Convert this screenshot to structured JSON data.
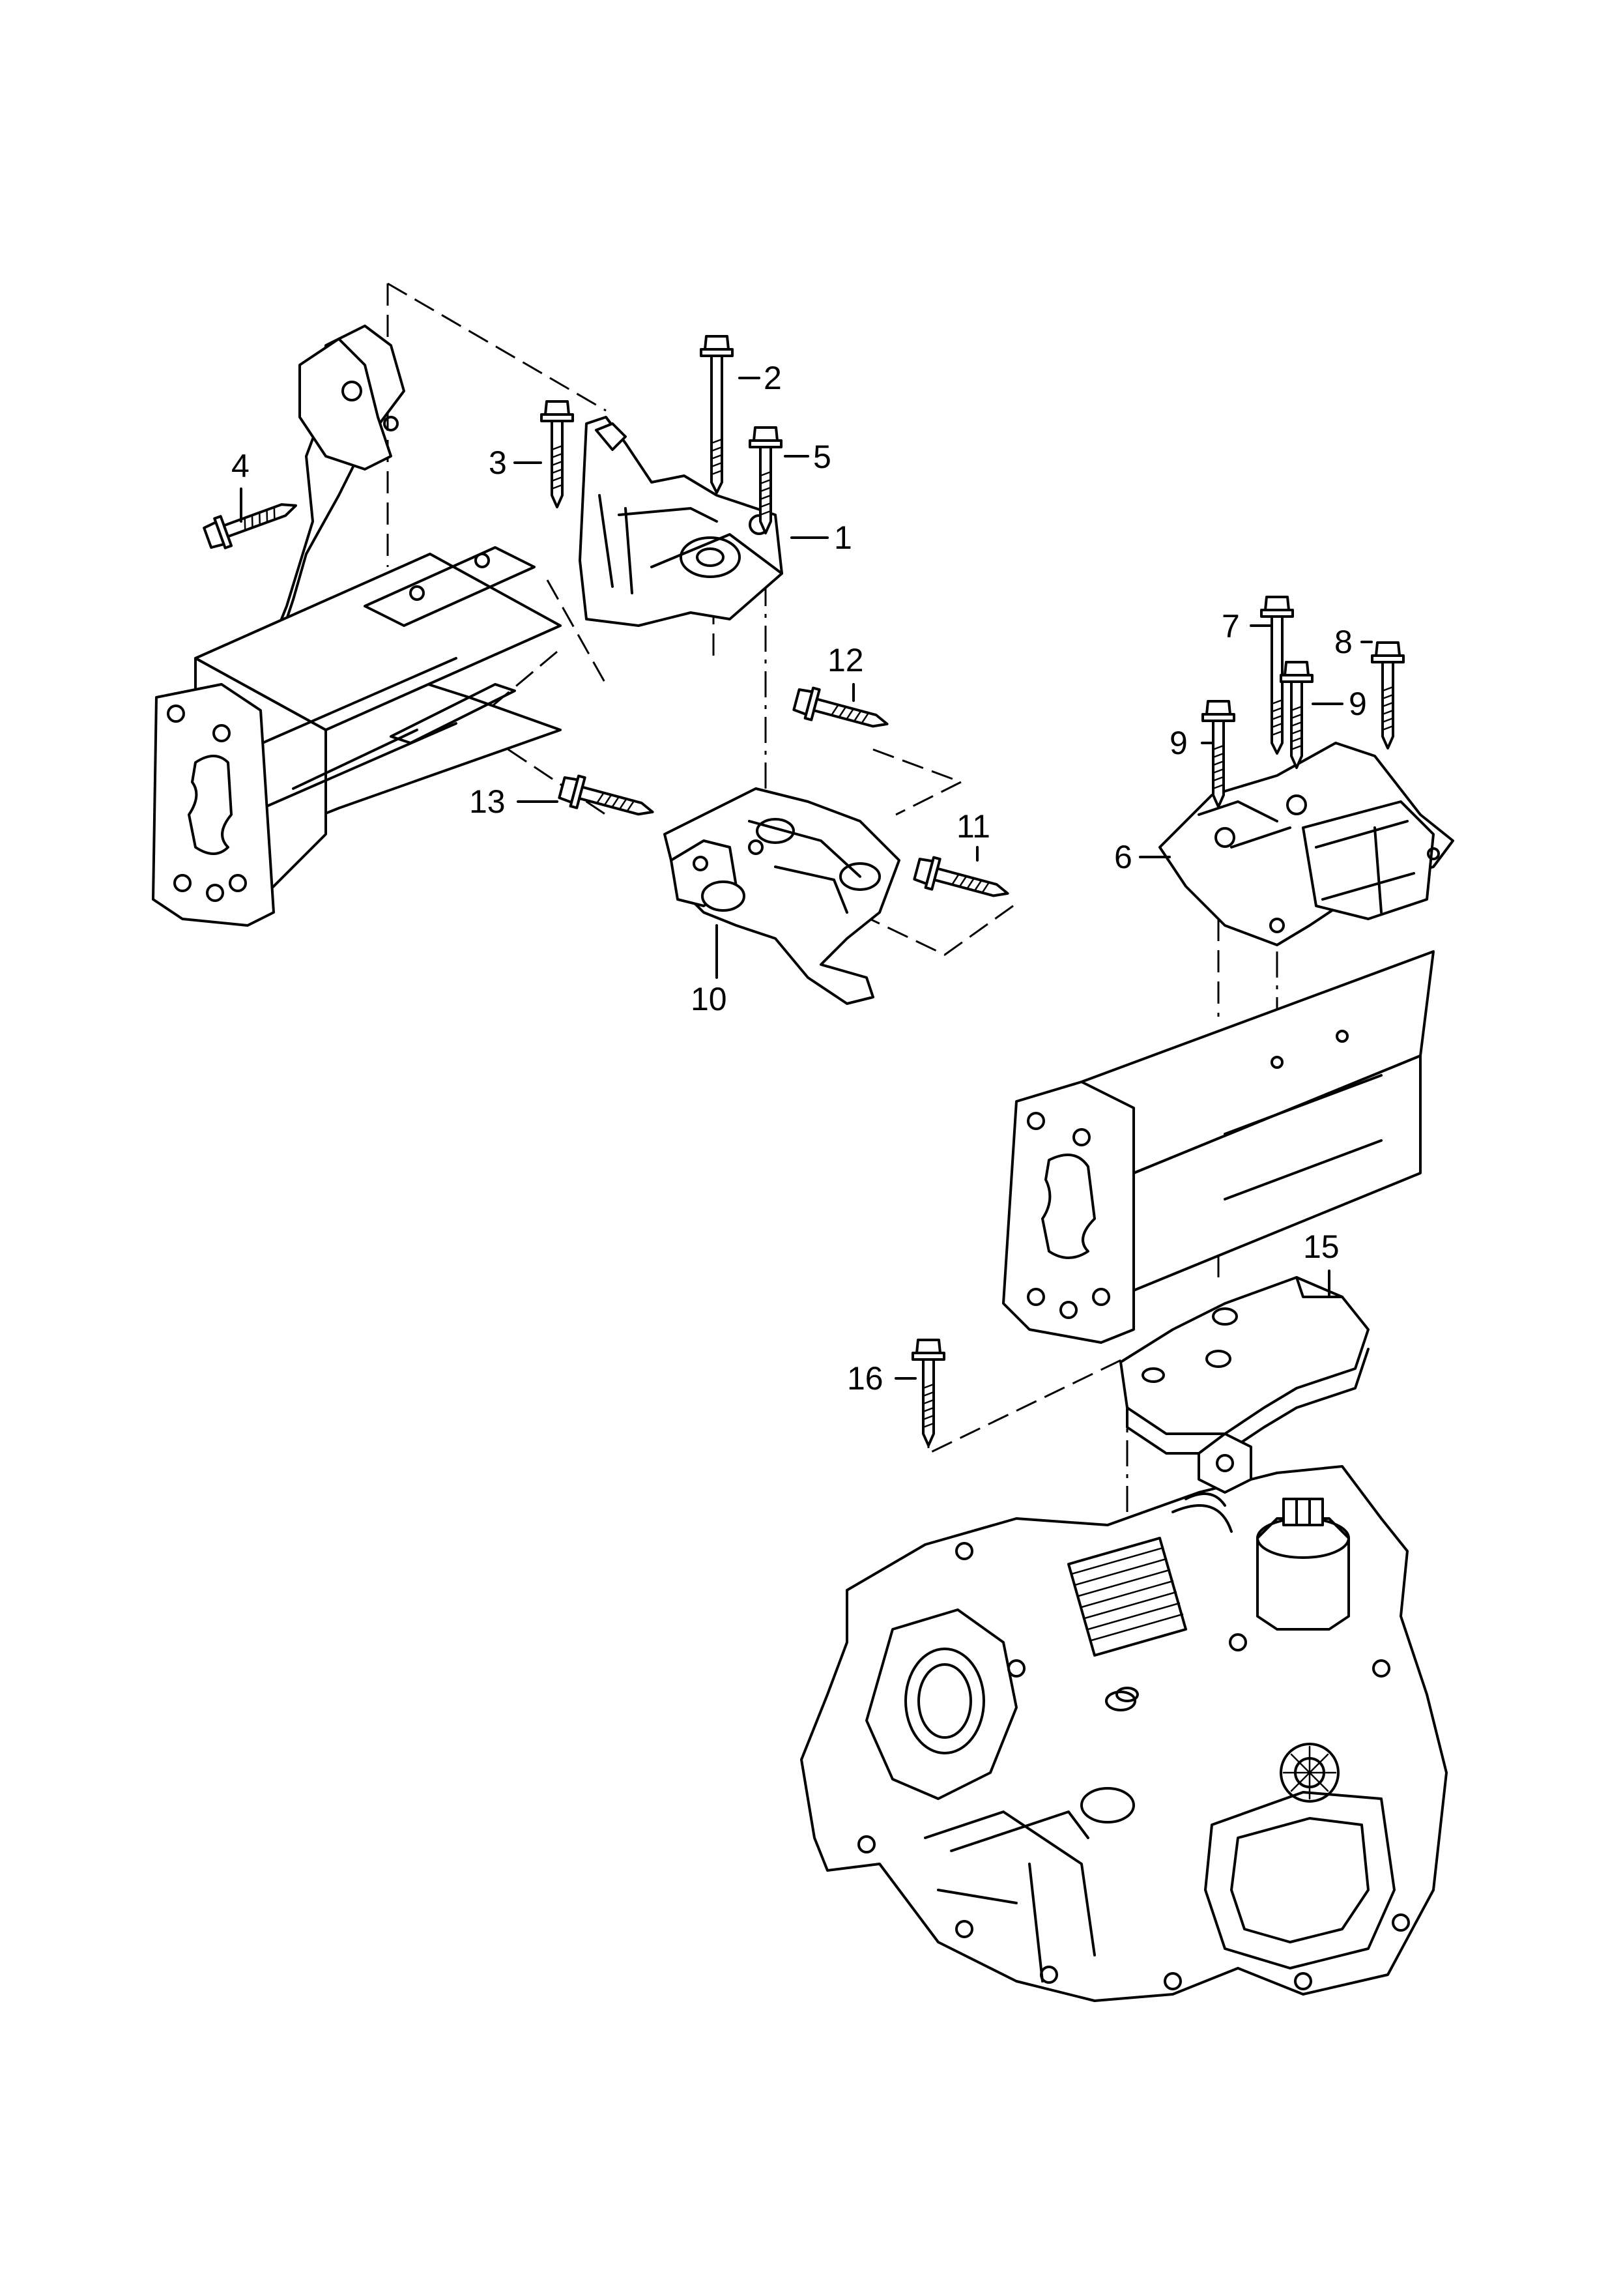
{
  "diagram": {
    "type": "exploded parts diagram",
    "callouts": [
      {
        "id": "c1",
        "text": "1"
      },
      {
        "id": "c2",
        "text": "2"
      },
      {
        "id": "c3",
        "text": "3"
      },
      {
        "id": "c4",
        "text": "4"
      },
      {
        "id": "c5",
        "text": "5"
      },
      {
        "id": "c6",
        "text": "6"
      },
      {
        "id": "c7",
        "text": "7"
      },
      {
        "id": "c8",
        "text": "8"
      },
      {
        "id": "c9a",
        "text": "9"
      },
      {
        "id": "c9b",
        "text": "9"
      },
      {
        "id": "c10",
        "text": "10"
      },
      {
        "id": "c11",
        "text": "11"
      },
      {
        "id": "c12",
        "text": "12"
      },
      {
        "id": "c13",
        "text": "13"
      },
      {
        "id": "c15",
        "text": "15"
      },
      {
        "id": "c16",
        "text": "16"
      }
    ]
  }
}
